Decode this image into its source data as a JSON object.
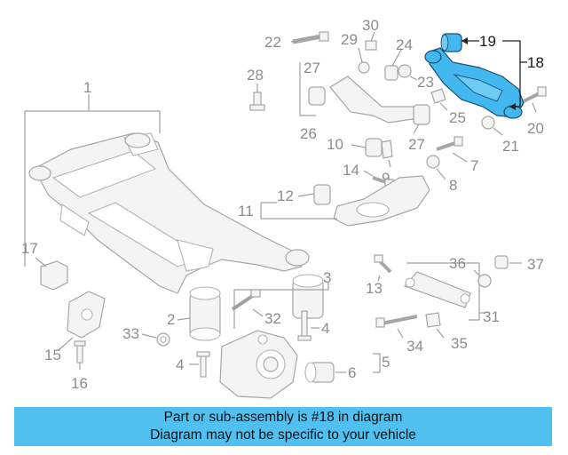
{
  "colors": {
    "highlight": "#43b8f0",
    "banner": "#4fc0f0",
    "callout": "#8c8c8c"
  },
  "callouts": {
    "c1": "1",
    "c2": "2",
    "c3": "3",
    "c4": "4",
    "c5": "5",
    "c6": "6",
    "c7": "7",
    "c8": "8",
    "c9": "9",
    "c10": "10",
    "c11": "11",
    "c12": "12",
    "c13": "13",
    "c14": "14",
    "c15": "15",
    "c16": "16",
    "c17": "17",
    "c18": "18",
    "c19": "19",
    "c20": "20",
    "c21": "21",
    "c22": "22",
    "c23": "23",
    "c24": "24",
    "c25": "25",
    "c26": "26",
    "c27a": "27",
    "c27b": "27",
    "c28": "28",
    "c29": "29",
    "c30": "30",
    "c31": "31",
    "c32": "32",
    "c33": "33",
    "c34": "34",
    "c35": "35",
    "c36": "36",
    "c37": "37",
    "c4b": "4"
  },
  "banner": {
    "line1": "Part or sub-assembly is #18 in diagram",
    "line2": "Diagram may not be specific to your vehicle"
  }
}
